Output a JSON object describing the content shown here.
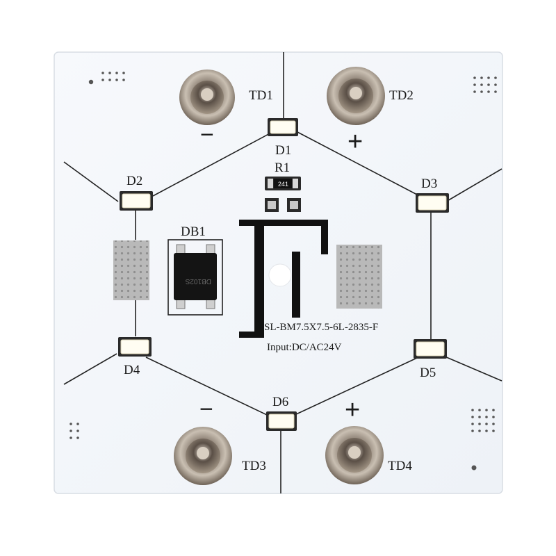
{
  "board": {
    "part_number": "SL-BM7.5X7.5-6L-2835-F",
    "input_rating": "Input:DC/AC24V",
    "resistor_code": "241",
    "rectifier_marking": "DB102S",
    "logo_letter": "F",
    "colors": {
      "board": "#f4f7fb",
      "silkscreen": "#1a1a1a",
      "pad": "#b8b8b8",
      "terminal_metal": "#a89c8f",
      "led_light": "#fffdf2"
    }
  },
  "terminals": [
    {
      "label": "TD1",
      "polarity": "−"
    },
    {
      "label": "TD2",
      "polarity": "+"
    },
    {
      "label": "TD3",
      "polarity": "−"
    },
    {
      "label": "TD4",
      "polarity": "+"
    }
  ],
  "leds": [
    {
      "label": "D1"
    },
    {
      "label": "D2"
    },
    {
      "label": "D3"
    },
    {
      "label": "D4"
    },
    {
      "label": "D5"
    },
    {
      "label": "D6"
    }
  ],
  "components": {
    "resistor_label": "R1",
    "rectifier_label": "DB1"
  }
}
